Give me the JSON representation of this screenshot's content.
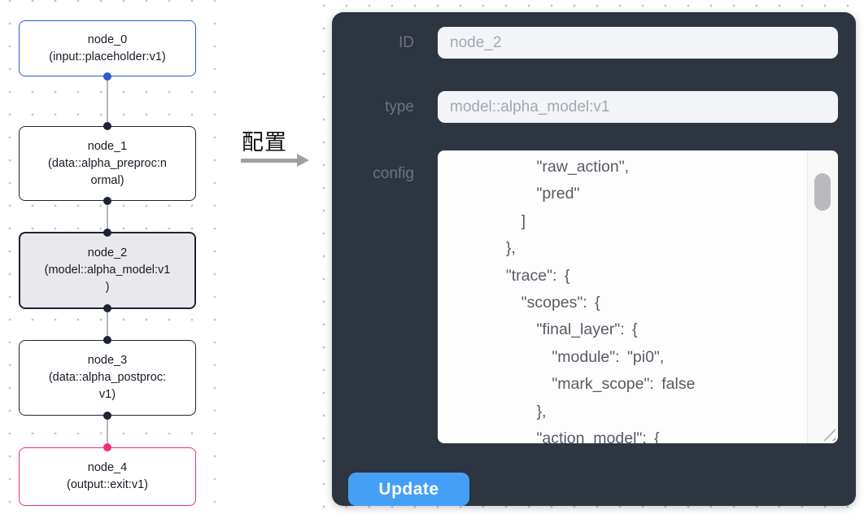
{
  "colors": {
    "panel_bg": "#2d3541",
    "button_blue": "#44a0f7",
    "node_default_border": "#1d2335",
    "node_input_border": "#2b5ad1",
    "node_output_border": "#ee2e7c",
    "selected_node_bg": "#e9e9eb"
  },
  "canvas": {
    "nodes": [
      {
        "title": "node_0",
        "subtitle": "(input::placeholder:v1)"
      },
      {
        "title": "node_1",
        "subtitle": "(data::alpha_preproc:n\normal)"
      },
      {
        "title": "node_2",
        "subtitle": "(model::alpha_model:v1\n)"
      },
      {
        "title": "node_3",
        "subtitle": "(data::alpha_postproc:\nv1)"
      },
      {
        "title": "node_4",
        "subtitle": "(output::exit:v1)"
      }
    ]
  },
  "transfer": {
    "label": "配置"
  },
  "panel": {
    "id_label": "ID",
    "id_value": "node_2",
    "type_label": "type",
    "type_value": "model::alpha_model:v1",
    "config_label": "config",
    "config_text": "      \"raw_action\",\n      \"pred\"\n    ]\n  },\n  \"trace\": {\n    \"scopes\": {\n      \"final_layer\": {\n        \"module\": \"pi0\",\n        \"mark_scope\": false\n      },\n      \"action_model\": {",
    "update_label": "Update"
  }
}
